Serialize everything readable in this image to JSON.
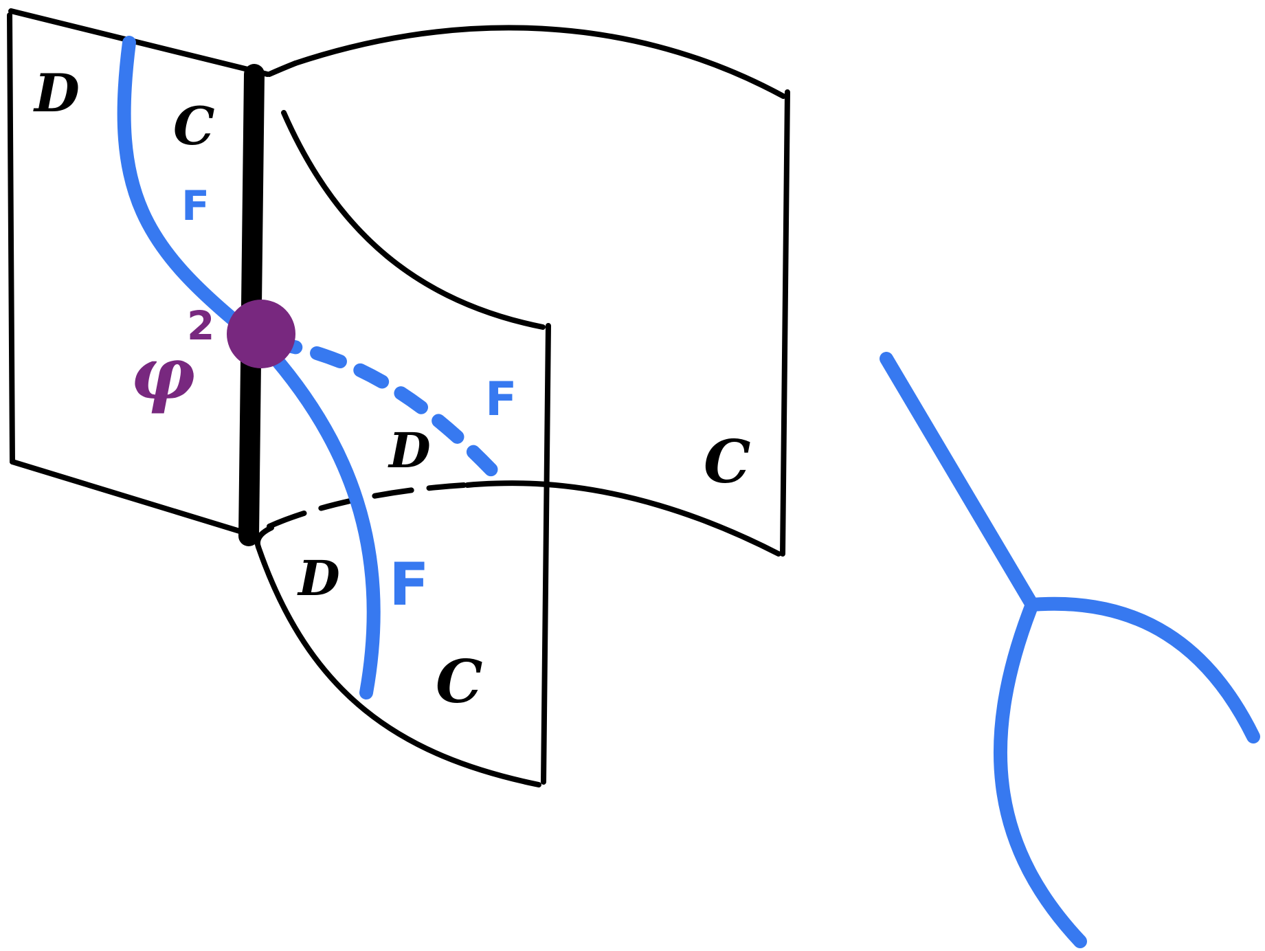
{
  "diagram": {
    "colors": {
      "ink": "#000000",
      "blue": "#3779f0",
      "purple": "#78287f",
      "background": "#ffffff"
    },
    "labels": {
      "sheet_top_left": "D",
      "sheet_top_region": "C",
      "wire_top": "F",
      "vertex": "φ",
      "vertex_exponent": "2",
      "wire_dotted": "F",
      "sheet_middle": "D",
      "sheet_right_region": "C",
      "sheet_bottom_left": "D",
      "wire_bottom": "F",
      "sheet_bottom_region": "C"
    }
  }
}
